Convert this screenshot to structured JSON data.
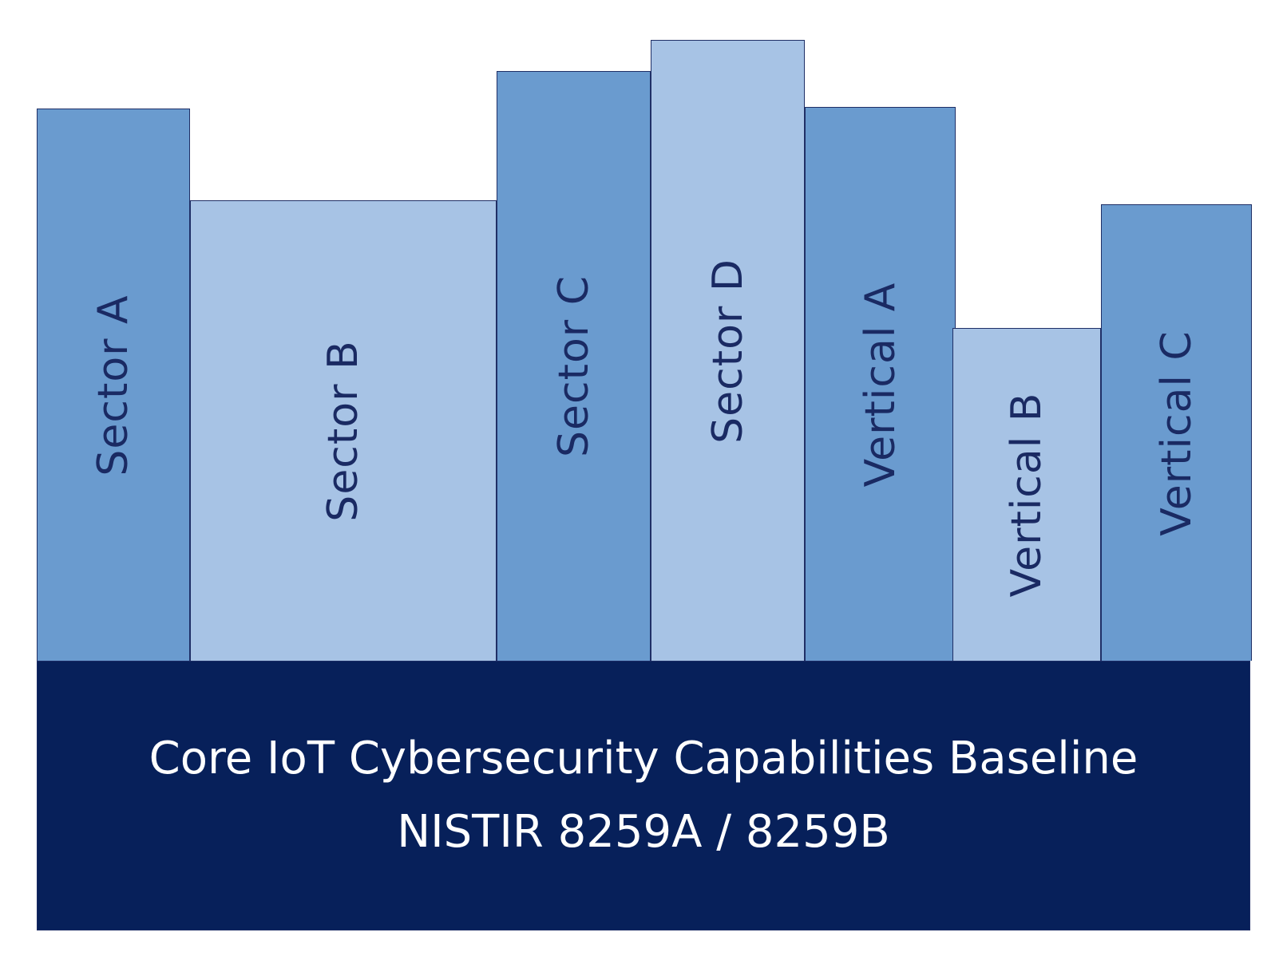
{
  "colors": {
    "dark_block": "#6a9bcf",
    "light_block": "#a7c3e5",
    "base": "#07205a",
    "label_text": "#1a2a63",
    "base_text": "#ffffff"
  },
  "blocks": [
    {
      "label": "Sector A",
      "shade": "dark"
    },
    {
      "label": "Sector B",
      "shade": "light"
    },
    {
      "label": "Sector C",
      "shade": "dark"
    },
    {
      "label": "Sector D",
      "shade": "light"
    },
    {
      "label": "Vertical A",
      "shade": "dark"
    },
    {
      "label": "Vertical B",
      "shade": "light"
    },
    {
      "label": "Vertical C",
      "shade": "dark"
    }
  ],
  "baseline": {
    "line1": "Core IoT Cybersecurity Capabilities Baseline",
    "line2": "NISTIR 8259A / 8259B"
  }
}
